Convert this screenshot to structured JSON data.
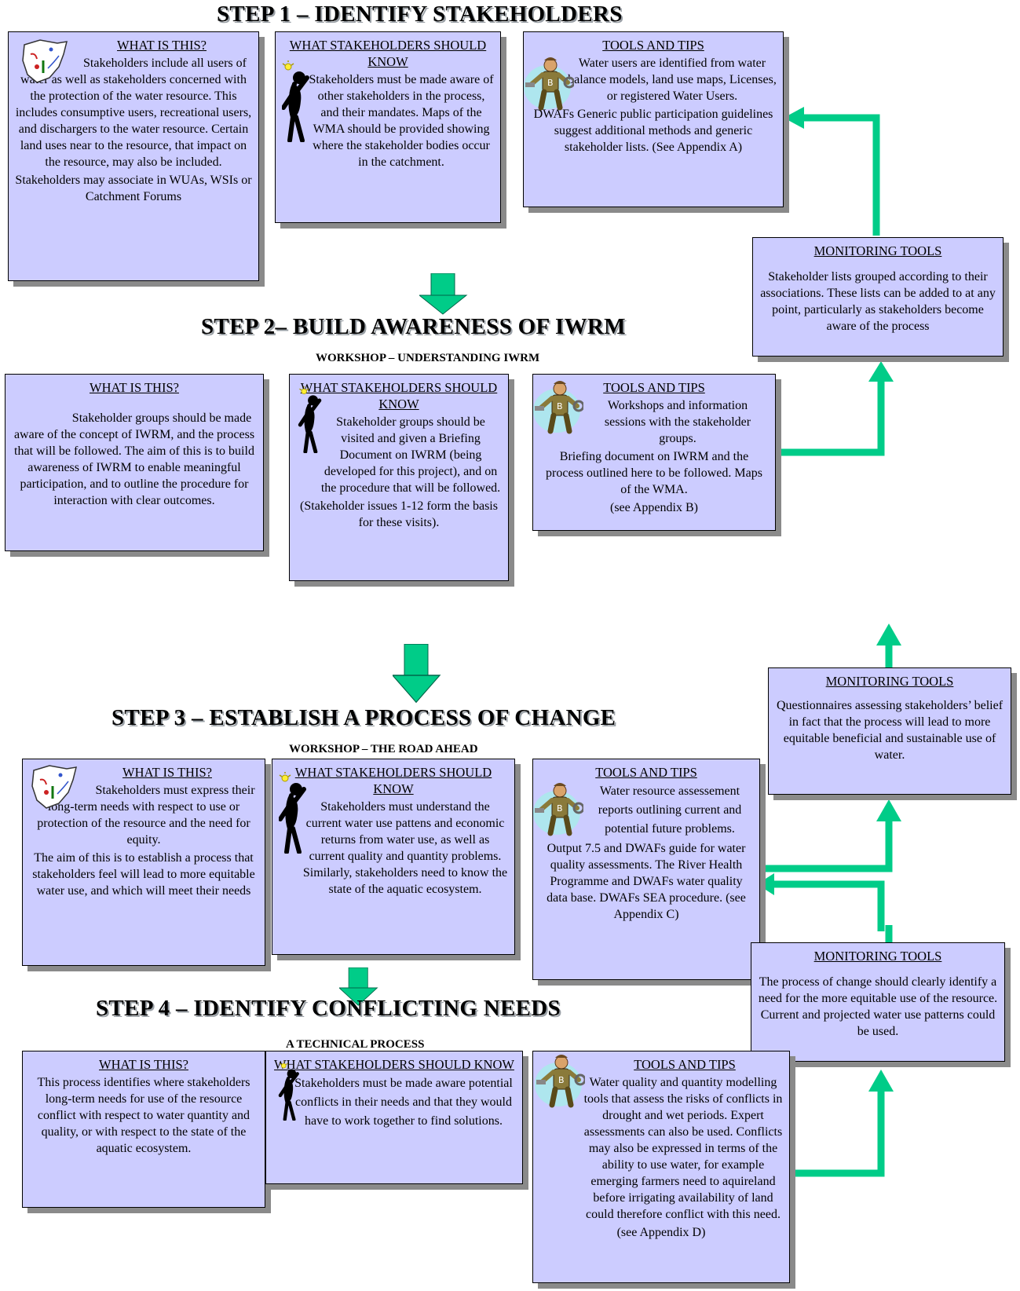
{
  "step1": {
    "title": "STEP 1 – IDENTIFY STAKEHOLDERS",
    "what": {
      "head": "WHAT IS THIS?",
      "text": "Stakeholders include all users of water as well as stakeholders concerned with the protection of the water resource. This includes consumptive users, recreational users, and dischargers to the water resource. Certain land uses near to the resource, that impact on the resource, may also be included.",
      "text2": "Stakeholders may associate in WUAs, WSIs or Catchment Forums"
    },
    "know": {
      "head": "WHAT STAKEHOLDERS SHOULD KNOW",
      "text": "Stakeholders must be made aware of other stakeholders in the process, and their mandates. Maps of the WMA should be provided showing where the stakeholder bodies occur in the catchment."
    },
    "tools": {
      "head": "TOOLS AND TIPS",
      "text": "Water users are identified from water balance models, land use maps, Licenses, or registered Water Users.",
      "text2": "DWAFs Generic public participation guidelines suggest additional methods and generic stakeholder lists. (See Appendix A)"
    }
  },
  "monitor1": {
    "head": "MONITORING TOOLS",
    "text": "Stakeholder lists grouped according to their associations. These lists can be added to at any point, particularly as stakeholders become aware of the process"
  },
  "step2": {
    "title": "STEP 2– BUILD AWARENESS OF IWRM",
    "subtitle": "WORKSHOP – UNDERSTANDING IWRM",
    "what": {
      "head": "WHAT IS THIS?",
      "text": "Stakeholder groups should be made aware of the concept of IWRM, and the process that will be followed. The aim of this is to build awareness of IWRM to enable meaningful participation, and to outline the procedure for interaction with clear outcomes."
    },
    "know": {
      "head": "WHAT STAKEHOLDERS SHOULD KNOW",
      "text": "Stakeholder groups should be visited and given a Briefing Document on IWRM (being developed for this project), and on the procedure that will be followed.",
      "text2": "(Stakeholder issues 1-12 form the basis for these visits)."
    },
    "tools": {
      "head": "TOOLS AND TIPS",
      "text": "Workshops and information sessions with the stakeholder groups.",
      "text2": "Briefing document on IWRM and the process outlined here to be followed. Maps of the WMA.",
      "text3": "(see Appendix B)"
    }
  },
  "monitor2": {
    "head": "MONITORING TOOLS",
    "text": "Questionnaires assessing stakeholders’ belief in fact that the process will lead to more equitable beneficial and sustainable use of water."
  },
  "step3": {
    "title": "STEP 3 – ESTABLISH A PROCESS OF CHANGE",
    "subtitle": "WORKSHOP – THE ROAD AHEAD",
    "what": {
      "head": "WHAT IS THIS?",
      "text": "Stakeholders must express their long-term needs with respect to use or protection of the resource and the need for equity.",
      "text2": "The aim of this is to establish a process that stakeholders feel will lead to more equitable water use, and which will meet their needs"
    },
    "know": {
      "head": "WHAT STAKEHOLDERS SHOULD KNOW",
      "text": "Stakeholders must understand the current water use pattens and economic returns from water use, as well as current quality and quantity problems. Similarly, stakeholders need to know the state of the aquatic ecosystem."
    },
    "tools": {
      "head": "TOOLS AND TIPS",
      "text": "Water resource assessement reports outlining current and potential future problems.",
      "text2": "Output 7.5 and DWAFs guide for water quality assessments. The River Health Programme and DWAFs water quality data base. DWAFs SEA procedure. (see Appendix C)"
    }
  },
  "monitor3": {
    "head": "MONITORING TOOLS",
    "text": "The process of change should clearly identify a need for the more equitable use of the resource. Current and projected water use patterns could be used."
  },
  "step4": {
    "title": "STEP 4 – IDENTIFY CONFLICTING NEEDS",
    "subtitle": "A TECHNICAL PROCESS",
    "what": {
      "head": "WHAT IS THIS?",
      "text": "This process identifies where stakeholders long-term needs for use of the resource conflict with respect to water quantity and quality, or with respect to the state of the aquatic ecosystem."
    },
    "know": {
      "head": "WHAT STAKEHOLDERS SHOULD KNOW",
      "text": "Stakeholders must be made aware potential conflicts in their needs and that they would have to work together to find solutions."
    },
    "tools": {
      "head": "TOOLS AND TIPS",
      "text": "Water quality and quantity modelling tools that assess the risks of conflicts in drought and wet periods. Expert assessments can also be used. Conflicts may also be expressed in terms of the ability to use water, for example emerging farmers need to aquireland before irrigating availability of land could therefore conflict with this need.",
      "text2": "(see Appendix D)"
    }
  },
  "colors": {
    "box_fill": "#ccccff",
    "arrow": "#00cc88",
    "shadow": "#8a8a8a"
  },
  "icons": [
    "map-icon",
    "thinking-person-icon",
    "worker-icon",
    "arrow-down-icon",
    "arrow-up-icon"
  ]
}
